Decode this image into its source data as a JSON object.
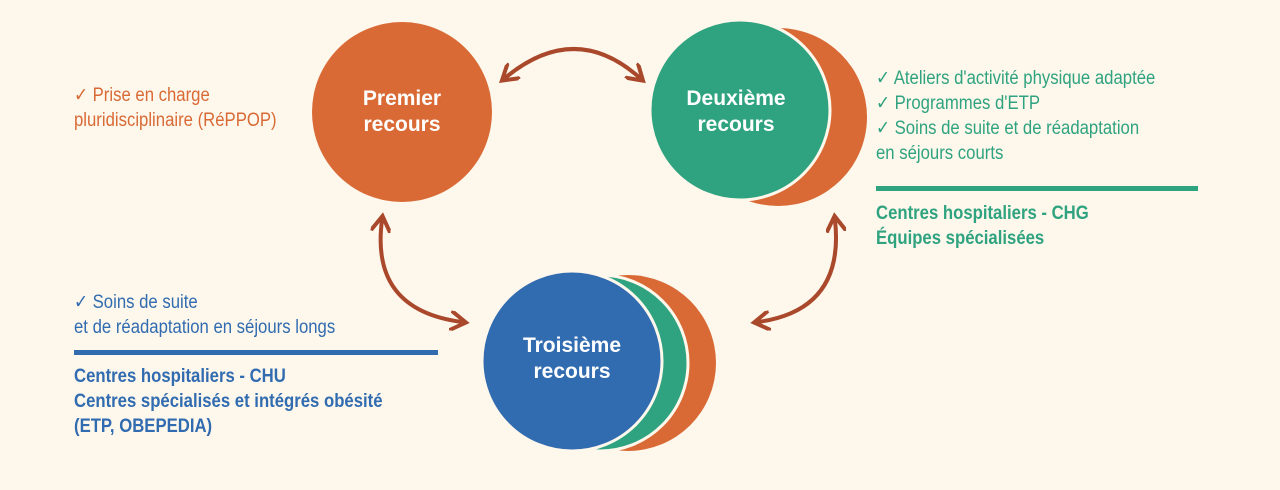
{
  "colors": {
    "background": "#fdf7ec",
    "orange": "#d96a35",
    "green": "#2fa37f",
    "blue": "#316bb0",
    "arrow": "#a9482a"
  },
  "nodes": {
    "premier": {
      "line1": "Premier",
      "line2": "recours"
    },
    "deuxieme": {
      "line1": "Deuxième",
      "line2": "recours"
    },
    "troisieme": {
      "line1": "Troisième",
      "line2": "recours"
    }
  },
  "premier_notes": {
    "items": [
      "✓ Prise en charge",
      "pluridisciplinaire (RéPPOP)"
    ]
  },
  "deuxieme_notes": {
    "items": [
      "✓ Ateliers d'activité physique adaptée",
      "✓ Programmes d'ETP",
      "✓ Soins de suite et de réadaptation",
      "en séjours courts"
    ],
    "structures": [
      "Centres hospitaliers - CHG",
      "Équipes spécialisées"
    ]
  },
  "troisieme_notes": {
    "items": [
      "✓ Soins de suite",
      "et de réadaptation en séjours longs"
    ],
    "structures": [
      "Centres hospitaliers - CHU",
      "Centres spécialisés et intégrés obésité",
      "(ETP, OBEPEDIA)"
    ]
  }
}
